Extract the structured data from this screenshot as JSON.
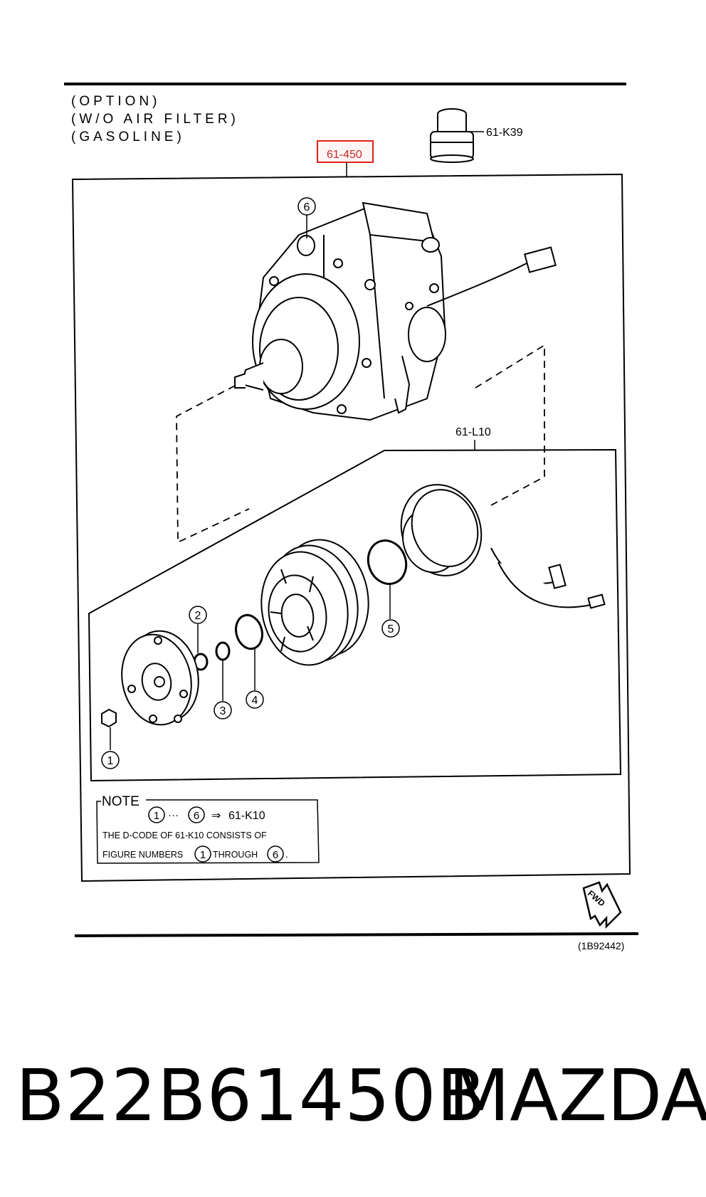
{
  "header": {
    "option_lines": [
      "(OPTION)",
      "(W/O AIR FILTER)",
      "(GASOLINE)"
    ]
  },
  "callouts": {
    "assembly": "61-450",
    "cap": "61-K39",
    "clutch_set": "61-L10"
  },
  "figure_numbers": [
    "1",
    "2",
    "3",
    "4",
    "5",
    "6"
  ],
  "note": {
    "heading": "NOTE",
    "range_from": "1",
    "range_dots": "···",
    "range_to": "6",
    "arrow": "⇒",
    "target": "61-K10",
    "line2": "THE D-CODE OF  61-K10  CONSISTS OF",
    "line3_prefix": "FIGURE NUMBERS",
    "line3_from": "1",
    "line3_mid": "THROUGH",
    "line3_to": "6",
    "line3_suffix": "."
  },
  "fwd_label": "FWD",
  "drawing_code": "(1B92442)",
  "caption": {
    "part_number": "B22B61450B",
    "brand": "MAZDA"
  },
  "colors": {
    "highlight_box": "#e0211b",
    "highlight_fill": "#fdf5f5",
    "ink": "#000000"
  }
}
